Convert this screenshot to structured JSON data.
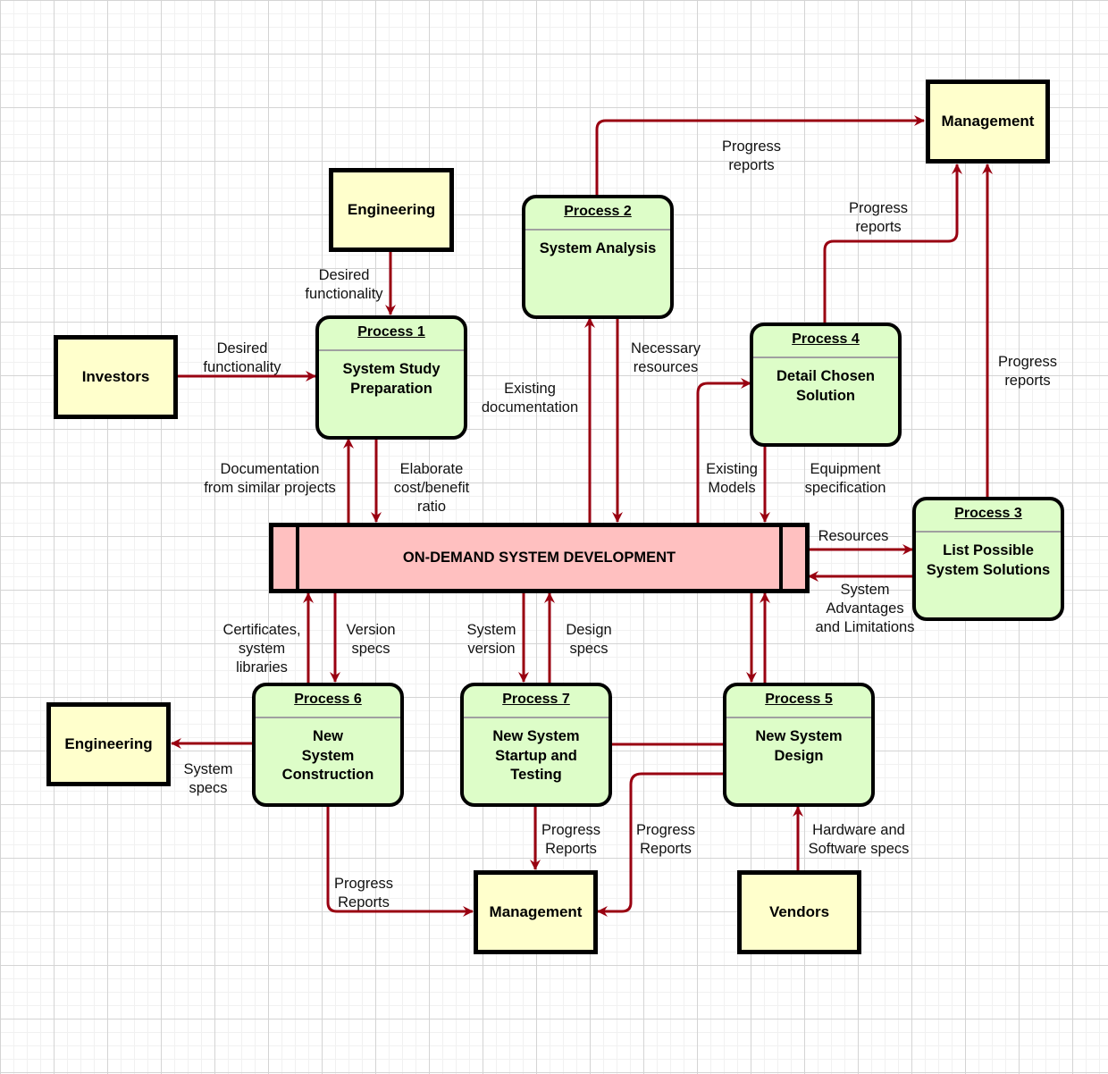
{
  "colors": {
    "flow": "#990011",
    "entity_fill": "#ffffcc",
    "process_fill": "#ddfdc8",
    "store_fill": "#ffc0c0"
  },
  "entities": {
    "management_top": "Management",
    "engineering_top": "Engineering",
    "investors": "Investors",
    "engineering_bottom": "Engineering",
    "management_bottom": "Management",
    "vendors": "Vendors"
  },
  "data_store": {
    "label": "ON-DEMAND SYSTEM DEVELOPMENT"
  },
  "processes": {
    "p1": {
      "title": "Process 1",
      "name": "System Study\nPreparation"
    },
    "p2": {
      "title": "Process 2",
      "name": "System Analysis"
    },
    "p3": {
      "title": "Process 3",
      "name": "List Possible\nSystem Solutions"
    },
    "p4": {
      "title": "Process 4",
      "name": "Detail Chosen\nSolution"
    },
    "p5": {
      "title": "Process 5",
      "name": "New System\nDesign"
    },
    "p6": {
      "title": "Process 6",
      "name": "New\nSystem\nConstruction"
    },
    "p7": {
      "title": "Process 7",
      "name": "New System\nStartup and\nTesting"
    }
  },
  "flows": {
    "p2_to_mgmt": "Progress\nreports",
    "p4_to_mgmt": "Progress\nreports",
    "p3_to_mgmt": "Progress\nreports",
    "eng_to_p1": "Desired\nfunctionality",
    "inv_to_p1": "Desired\nfunctionality",
    "store_to_p1": "Documentation\nfrom similar projects",
    "p1_to_store": "Elaborate\ncost/benefit\nratio",
    "store_to_p2": "Existing\ndocumentation",
    "p2_to_store": "Necessary\nresources",
    "store_to_p4": "Existing\nModels",
    "p4_to_store": "Equipment\nspecification",
    "store_to_p3": "Resources",
    "p3_to_store": "System\nAdvantages\nand Limitations",
    "p6_to_store": "Certificates,\nsystem\nlibraries",
    "store_to_p6": "Version\nspecs",
    "store_to_p7": "System\nversion",
    "p7_to_store": "Design\nspecs",
    "p6_to_eng": "System\nspecs",
    "p6_to_mgmt": "Progress\nReports",
    "p7_to_mgmt": "Progress\nReports",
    "p5_to_mgmt": "Progress\nReports",
    "vendors_to_p5": "Hardware and\nSoftware specs"
  }
}
